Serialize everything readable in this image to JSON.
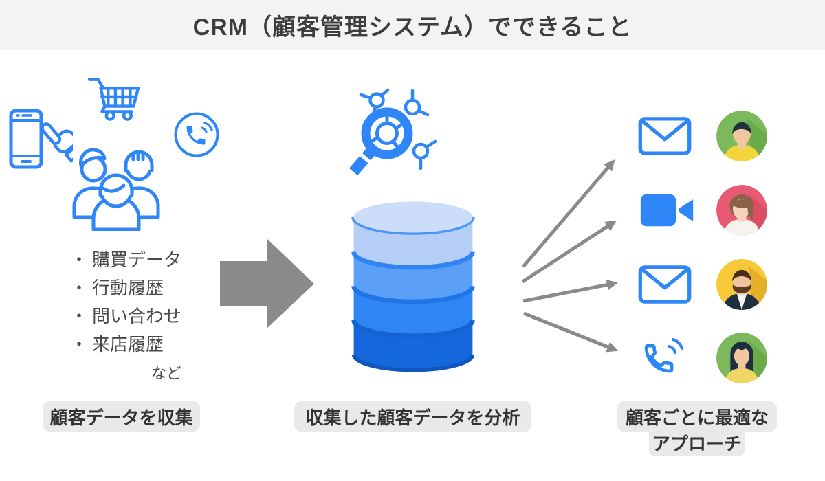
{
  "colors": {
    "accent_blue": "#2e86f7",
    "arrow_gray": "#8a8a8a",
    "banner_bg": "#f3f3f3",
    "caption_bg": "#e9e9e9",
    "text_dark": "#3d3d3d",
    "list_text": "#4a4a4a"
  },
  "title": "CRM（顧客管理システム）でできること",
  "collect": {
    "bullet": "・",
    "items": [
      "購買データ",
      "行動履歴",
      "問い合わせ",
      "来店履歴"
    ],
    "etc": "など",
    "caption": "顧客データを収集",
    "icons": [
      "smartphone-tap",
      "shopping-cart",
      "phone-call-circle",
      "customer-group"
    ]
  },
  "analyze": {
    "caption": "収集した顧客データを分析",
    "icons": [
      "network-magnifier",
      "database"
    ],
    "db_colors": {
      "top": "#cbddf9",
      "band1": "#b5cef5",
      "band2": "#5c9ff7",
      "band3": "#2f85f3",
      "band4": "#1468dc"
    },
    "db_rims": {
      "r0": "#4a94f6",
      "r1": "#3084f2",
      "r2": "#1f74e6",
      "r3": "#1363d2",
      "r4": "#0f56bd"
    }
  },
  "approach": {
    "caption_line1": "顧客ごとに最適な",
    "caption_line2": "アプローチ",
    "rows": [
      {
        "channel": "email",
        "avatar": {
          "bg": "#7cb85c",
          "shade": "#6bab4c",
          "hair": "#20313f",
          "skin": "#f1c79f",
          "shirt": "#f2d53c"
        }
      },
      {
        "channel": "video-call",
        "avatar": {
          "bg": "#e85a71",
          "shade": "#db4f66",
          "hair": "#8a6248",
          "skin": "#f6d3bb",
          "shirt": "#f6f3ee"
        }
      },
      {
        "channel": "email",
        "avatar": {
          "bg": "#f7c838",
          "shade": "#e5af2a",
          "hair": "#4a2d1b",
          "beard": "#5d3a24",
          "skin": "#eec49b",
          "shirt": "#1e3040",
          "shirt2": "#f6f3ee"
        }
      },
      {
        "channel": "phone-call",
        "avatar": {
          "bg": "#7cb85c",
          "shade": "#6bab4c",
          "hair": "#1e3040",
          "skin": "#f1c79f",
          "shirt": "#efd763"
        }
      }
    ]
  }
}
